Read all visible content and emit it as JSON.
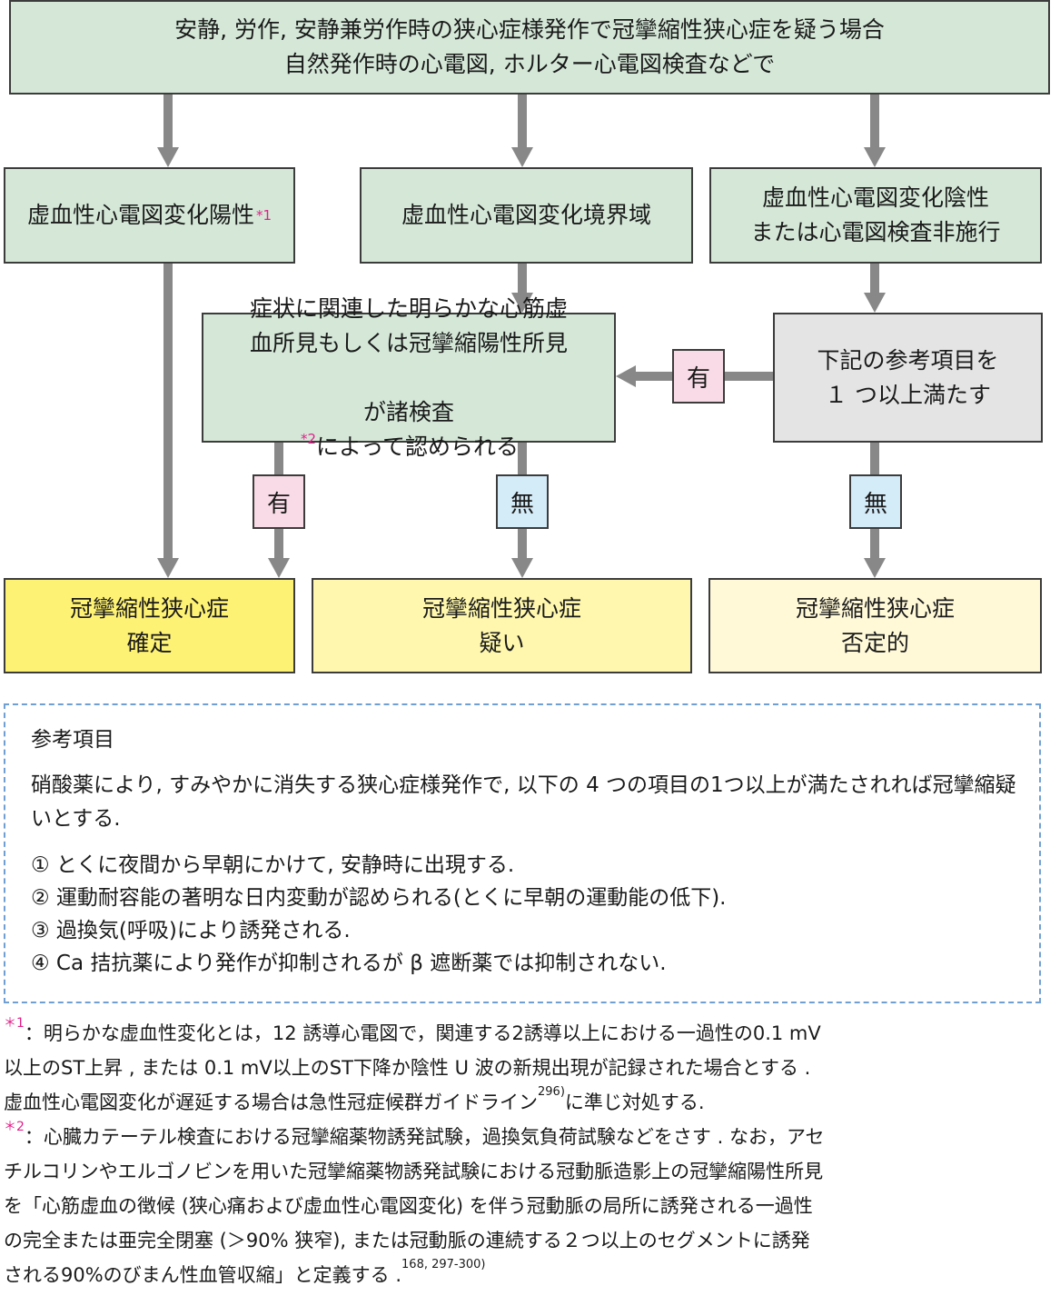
{
  "flow": {
    "top": {
      "line1": "安静, 労作, 安静兼労作時の狭心症様発作で冠攣縮性狭心症を疑う場合",
      "line2": "自然発作時の心電図, ホルター心電図検査などで"
    },
    "ecg_positive": {
      "label": "虚血性心電図変化陽性",
      "mark": "*1"
    },
    "ecg_borderline": {
      "label": "虚血性心電図変化境界域"
    },
    "ecg_negative": {
      "line1": "虚血性心電図変化陰性",
      "line2": "または心電図検査非施行"
    },
    "findings": {
      "line1": "症状に関連した明らかな心筋虚",
      "line2": "血所見もしくは冠攣縮陽性所見",
      "line3_pre": "が諸検査",
      "mark": "*2",
      "line3_post": "によって認められる"
    },
    "criteria": {
      "line1": "下記の参考項目を",
      "line2": "１ つ以上満たす"
    },
    "tags": {
      "yes": "有",
      "no": "無"
    },
    "outcomes": {
      "confirmed": {
        "line1": "冠攣縮性狭心症",
        "line2": "確定"
      },
      "suspected": {
        "line1": "冠攣縮性狭心症",
        "line2": "疑い"
      },
      "negative": {
        "line1": "冠攣縮性狭心症",
        "line2": "否定的"
      }
    },
    "colors": {
      "green_box": "#d5e8d8",
      "gray_box": "#e4e4e4",
      "confirmed": "#fef275",
      "suspected": "#fef7ad",
      "negative": "#fff9d8",
      "yes_tag": "#f8dbe6",
      "no_tag": "#d4ebf8",
      "arrow": "#888888",
      "footnote_mark": "#e0208a",
      "dashed_border": "#6f9fd3"
    }
  },
  "reference": {
    "title": "参考項目",
    "intro": "硝酸薬により, すみやかに消失する狭心症様発作で, 以下の 4 つの項目の1つ以上が満たされれば冠攣縮疑いとする.",
    "items": [
      "① とくに夜間から早朝にかけて, 安静時に出現する.",
      "② 運動耐容能の著明な日内変動が認められる(とくに早朝の運動能の低下).",
      "③ 過換気(呼吸)により誘発される.",
      "④ Ca 拮抗薬により発作が抑制されるが β 遮断薬では抑制されない."
    ]
  },
  "footnotes": {
    "note1": {
      "mark": "＊1",
      "line1": "：明らかな虚血性変化とは，12 誘導心電図で，関連する2誘導以上における一過性の0.1 mV",
      "line2": "以上のST上昇 , または 0.1 mV以上のST下降か陰性 U 波の新規出現が記録された場合とする .",
      "line3_pre": "虚血性心電図変化が遅延する場合は急性冠症候群ガイドライン",
      "line3_cite": "296)",
      "line3_post": "に準じ対処する."
    },
    "note2": {
      "mark": "＊2",
      "line1": "：心臓カテーテル検査における冠攣縮薬物誘発試験，過換気負荷試験などをさす . なお，アセ",
      "line2": "チルコリンやエルゴノビンを用いた冠攣縮薬物誘発試験における冠動脈造影上の冠攣縮陽性所見",
      "line3": "を「心筋虚血の徴候 (狭心痛および虚血性心電図変化) を伴う冠動脈の局所に誘発される一過性",
      "line4": "の完全または亜完全閉塞 (＞90% 狭窄), または冠動脈の連続する２つ以上のセグメントに誘発",
      "line5_pre": "される90%のびまん性血管収縮」と定義する .",
      "line5_cite": "168, 297-300)"
    }
  }
}
